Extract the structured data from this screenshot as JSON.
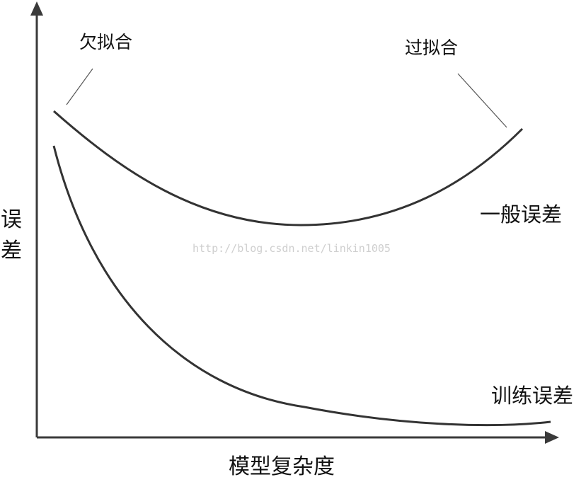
{
  "axes": {
    "y_label_line1": "误",
    "y_label_line2": "差",
    "x_label": "模型复杂度"
  },
  "annotations": {
    "underfit": "欠拟合",
    "overfit": "过拟合"
  },
  "curves": {
    "general_error": "一般误差",
    "training_error": "训练误差"
  },
  "watermark": "http://blog.csdn.net/linkin1005",
  "colors": {
    "ink": "#111111",
    "axis": "#3a3a3a",
    "curve": "#333333",
    "watermark": "#cfcfcf"
  }
}
